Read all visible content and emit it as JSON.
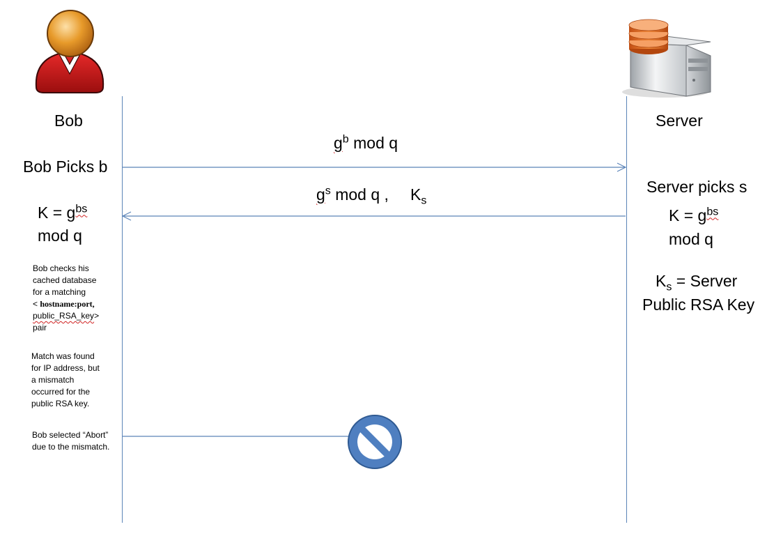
{
  "actors": {
    "client": {
      "name": "Bob",
      "icon": "user-avatar-icon"
    },
    "server": {
      "name": "Server",
      "icon": "server-database-icon"
    }
  },
  "messages": {
    "m1": {
      "base": "g",
      "exp": "b",
      "rest": " mod q"
    },
    "m2": {
      "base": "g",
      "exp": "s",
      "rest": " mod q ,",
      "key_base": "K",
      "key_sub": "s"
    },
    "abort_icon": "prohibited-icon"
  },
  "client_side": {
    "picks": "Bob Picks b",
    "key_prefix": "K = g",
    "key_exp": "bs",
    "key_suffix": "mod q",
    "note1": {
      "line1": "Bob checks his",
      "line2": "cached database",
      "line3": "for a matching",
      "line4_open": "< ",
      "line4_bold": "hostname:port,",
      "line5_key": "public_RSA_key",
      "line5_close": ">",
      "line6": "pair"
    },
    "note2": {
      "line1": "Match was found",
      "line2": "for IP address, but",
      "line3": "a mismatch",
      "line4": "occurred for the",
      "line5": "public RSA key."
    },
    "note3": {
      "line1": "Bob selected “Abort”",
      "line2": "due to the mismatch."
    }
  },
  "server_side": {
    "picks": "Server picks s",
    "key_prefix": "K = g",
    "key_exp": "bs",
    "key_suffix": "mod q",
    "ks_base": "K",
    "ks_sub": "s",
    "ks_rest": " = Server",
    "ks_line2": "Public RSA Key"
  },
  "colors": {
    "line": "#5b84b8",
    "abort_fill": "#4f7fc0",
    "abort_stroke": "#2f5a92",
    "avatar_shirt": "#c91616",
    "avatar_head": "#e79a2a",
    "server_disk": "#e0702a"
  }
}
